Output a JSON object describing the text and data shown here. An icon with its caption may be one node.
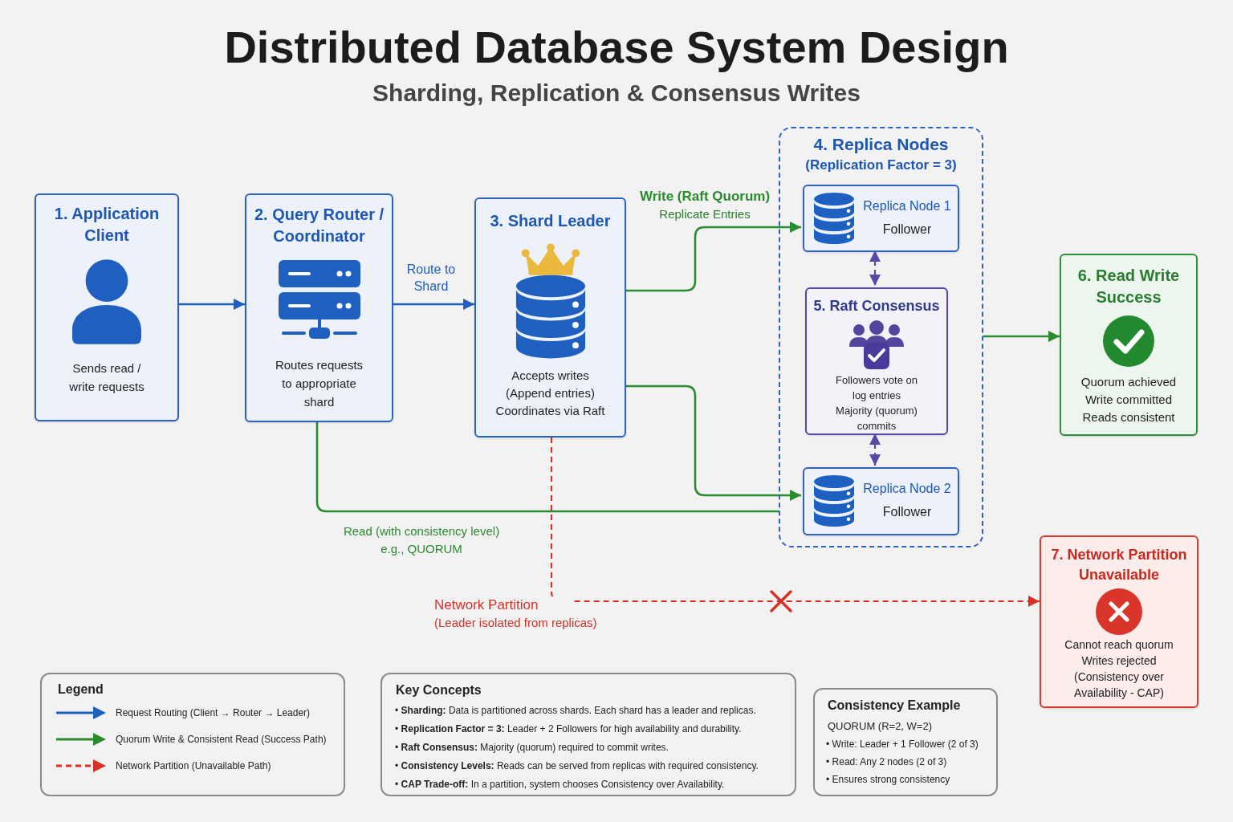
{
  "diagram": {
    "title": "Distributed Database System Design",
    "nodes": [
      {
        "text": [
          "1. Application Client",
          "Sends read / write requests"
        ]
      },
      {
        "text": [
          "2. Query Router / Coordinator",
          "Routes requests to appropriate shard"
        ]
      },
      {
        "text": [
          "3. Shard Leader",
          "Accepts writes (Append entries)",
          "Coordinates via Raft"
        ]
      },
      {
        "text": [
          "4. Replica Nodes",
          "(Replication Factor = 3)"
        ]
      },
      {
        "text": [
          "Replica Node 1",
          "Follower"
        ],
        "in": 3
      },
      {
        "text": [
          "5. Raft Consensus",
          "Followers vote on log entries",
          "Majority (quorum) commits"
        ],
        "in": 3
      },
      {
        "text": [
          "Replica Node 2",
          "Follower"
        ],
        "in": 3
      },
      {
        "text": [
          "6. Read Write Success",
          "Quorum achieved",
          "Write committed",
          "Reads consistent"
        ]
      },
      {
        "text": [
          "7. Network Partition Unavailable",
          "Cannot reach quorum",
          "Writes rejected",
          "(Consistency over Availability - CAP)"
        ]
      },
      {
        "text": [
          "Legend"
        ]
      },
      {
        "text": [
          "Key Concepts",
          "• **Sharding:** Data is partitioned across shards. Each shard has a leader and replicas.",
          "• **Replication Factor = 3:** Leader + 2 Followers for high availability and durability.",
          "• **Raft Consensus:** Majority (quorum) required to commit writes.",
          "• **Consistency Levels:** Reads can be served from replicas with required consistency.",
          "• **CAP Trade-off:** In a partition, system chooses Consistency over Availability."
        ]
      },
      {
        "text": [
          "Consistency Example",
          "QUORUM (R=2, W=2)",
          "• Write: Leader + 1 Follower (2 of 3)",
          "• Read: Any 2 nodes (2 of 3)",
          "• Ensures strong consistency"
        ]
      }
    ],
    "edges": [
      {
        "from": 0,
        "to": 1,
        "arrow": "to",
        "color": "#1f5fbf"
      },
      {
        "from": 1,
        "to": 2,
        "arrow": "to",
        "label": "Route to Shard",
        "color": "#1f5fbf"
      },
      {
        "from": 2,
        "to": 4,
        "arrow": "to",
        "label": "Write (Raft Quorum)"
      },
      {
        "from": 2,
        "to": 6,
        "arrow": "to"
      },
      {
        "from": 1,
        "to": 3,
        "arrow": "none",
        "label": "Read (with consistency level) e.g., QUORUM"
      },
      {
        "from": 4,
        "to": 5,
        "arrow": "both",
        "style": "dashed",
        "color": "#5a48a8"
      },
      {
        "from": 5,
        "to": 6,
        "arrow": "both",
        "style": "dashed",
        "color": "#5a48a8"
      },
      {
        "from": 3,
        "to": 7,
        "arrow": "to"
      },
      {
        "from": 2,
        "to": 8,
        "arrow": "to",
        "label": "Network Partition",
        "style": "dashed",
        "color": "#d93025"
      }
    ],
    "labels": [
      "Sharding, Replication & Consensus Writes",
      "Replicate Entries",
      "(Leader isolated from replicas)"
    ],
    "legend": [
      {
        "text": "Request Routing (Client → Router → Leader)"
      },
      {
        "text": "Quorum Write & Consistent Read (Success Path)"
      },
      {
        "text": "Network Partition (Unavailable Path)"
      }
    ]
  }
}
